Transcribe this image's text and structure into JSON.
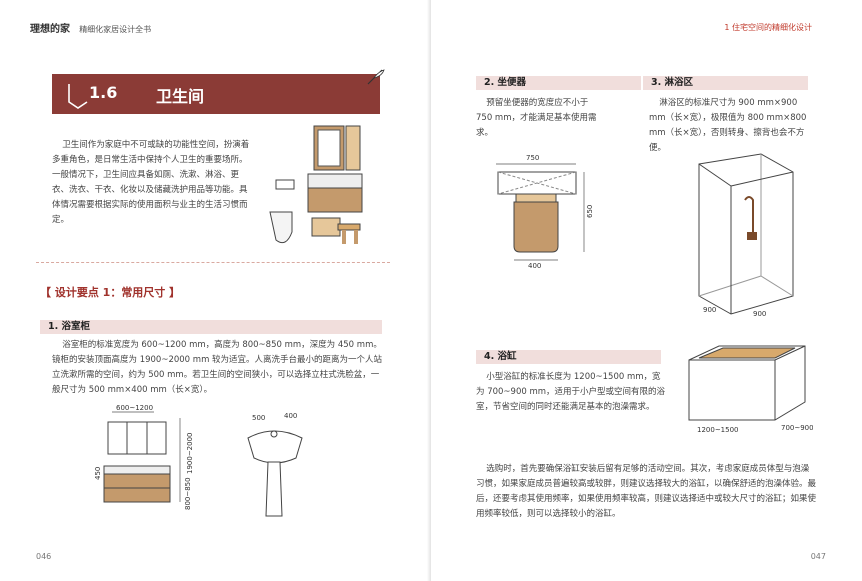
{
  "header": {
    "brand": "理想的家",
    "book": "精细化家居设计全书",
    "running": "1  住宅空间的精细化设计"
  },
  "left": {
    "section_num": "1.6",
    "section_title": "卫生间",
    "intro": "卫生间作为家庭中不可或缺的功能性空间，扮演着多重角色，是日常生活中保持个人卫生的重要场所。一般情况下，卫生间应具备如厕、洗漱、淋浴、更衣、洗衣、干衣、化妆以及储藏洗护用品等功能。具体情况需要根据实际的使用面积与业主的生活习惯而定。",
    "key_point": "【 设计要点 1：常用尺寸 】",
    "s1_title": "1. 浴室柜",
    "s1_text": "浴室柜的标准宽度为 600~1200 mm，高度为 800~850 mm，深度为 450 mm。镜柜的安装顶面高度为 1900~2000 mm 较为适宜。人离洗手台最小的距离为一个人站立洗漱所需的空间，约为 500 mm。若卫生间的空间狭小，可以选择立柱式洗脸盆，一般尺寸为 500 mm×400 mm（长×宽）。",
    "dims": {
      "cab_width": "600~1200",
      "cab_height": "1900~2000",
      "cab_depth": "450",
      "cab_low": "800~850",
      "basin_a": "500",
      "basin_b": "400"
    },
    "page_no": "046"
  },
  "right": {
    "s2_title": "2. 坐便器",
    "s2_text": "预留坐便器的宽度应不小于 750 mm，才能满足基本使用需求。",
    "toilet_w": "750",
    "toilet_d": "650",
    "toilet_seat": "400",
    "s3_title": "3. 淋浴区",
    "s3_text": "淋浴区的标准尺寸为 900 mm×900 mm（长×宽），极限值为 800 mm×800 mm（长×宽），否则转身、擦背也会不方便。",
    "shower_a": "900",
    "shower_b": "900",
    "s4_title": "4. 浴缸",
    "s4_text": "小型浴缸的标准长度为 1200~1500 mm，宽为 700~900 mm，适用于小户型或空间有限的浴室，节省空间的同时还能满足基本的泡澡需求。",
    "tub_len": "1200~1500",
    "tub_wid": "700~900",
    "s4_text2": "选购时，首先要确保浴缸安装后留有足够的活动空间。其次，考虑家庭成员体型与泡澡习惯，如果家庭成员普遍较高或较胖，则建议选择较大的浴缸，以确保舒适的泡澡体验。最后，还要考虑其使用频率，如果使用频率较高，则建议选择适中或较大尺寸的浴缸；如果使用频率较低，则可以选择较小的浴缸。",
    "page_no": "047"
  },
  "colors": {
    "accent": "#8b3b36",
    "band": "#f1dedc",
    "wood": "#c49a6c"
  }
}
